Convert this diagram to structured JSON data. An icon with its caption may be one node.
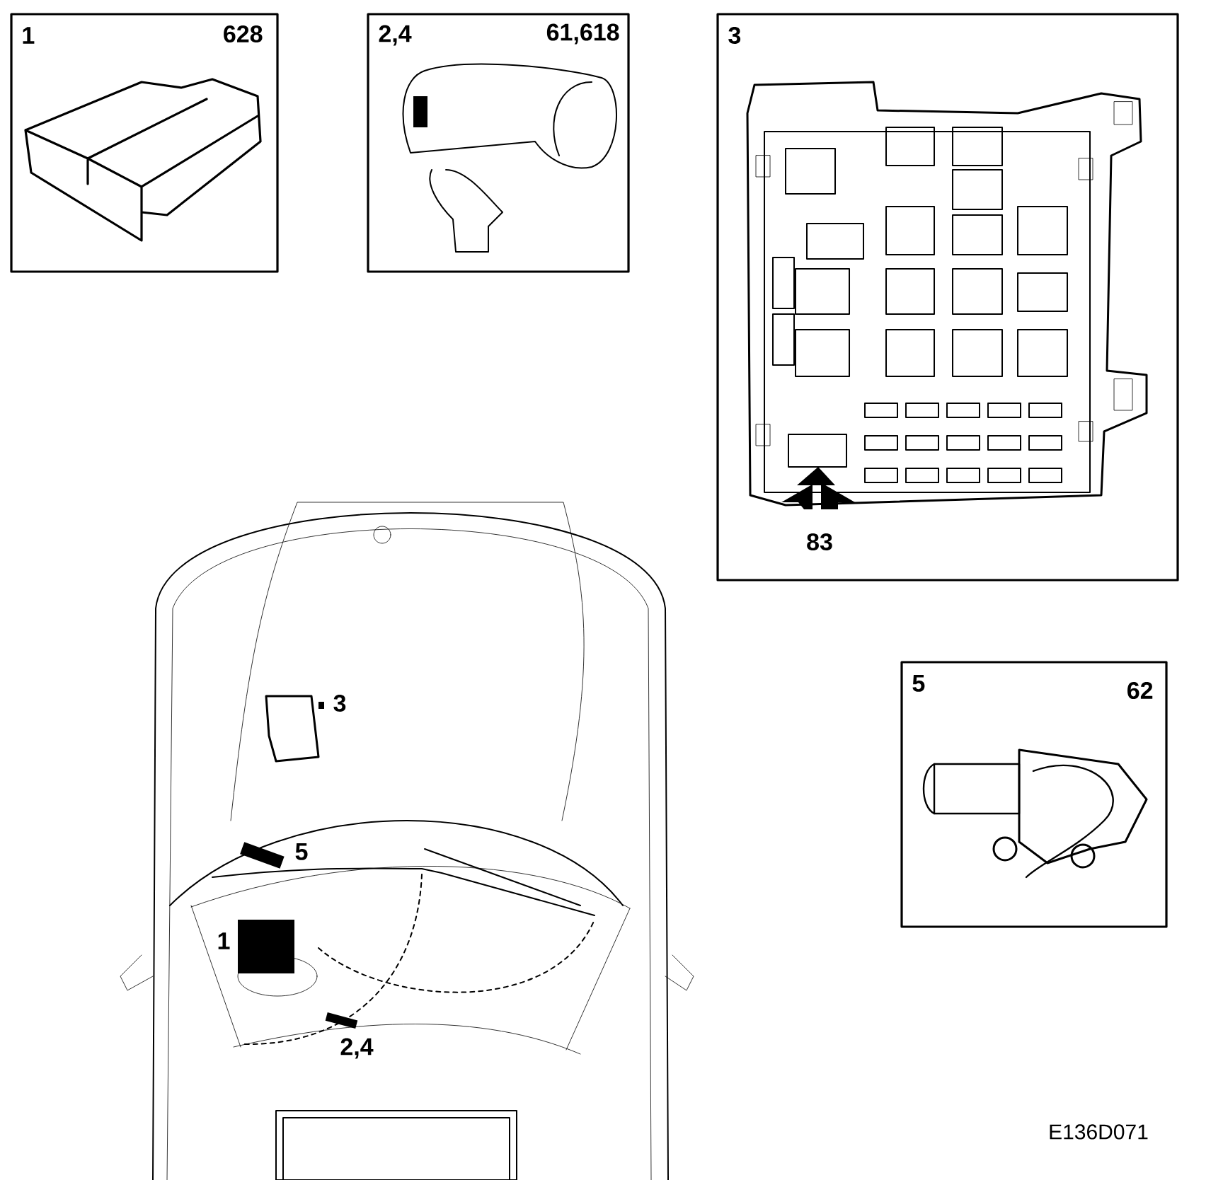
{
  "diagram": {
    "nodes": [
      {
        "text": [
          "1",
          "628"
        ]
      },
      {
        "text": [
          "2,4",
          "61,618"
        ]
      },
      {
        "text": [
          "3",
          "83"
        ]
      },
      {
        "text": [
          "5",
          "62"
        ]
      }
    ],
    "labels": [
      "3",
      "5",
      "1",
      "2,4",
      "E136D071"
    ]
  }
}
